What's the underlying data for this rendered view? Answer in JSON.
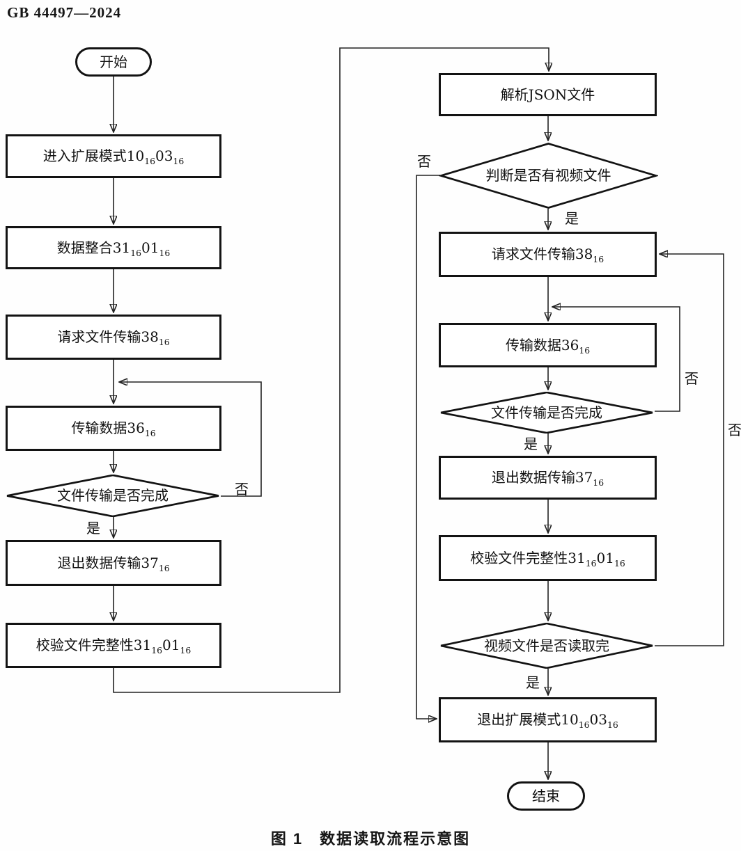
{
  "document": {
    "standard_number": "GB 44497—2024",
    "figure_caption": "图 1　数据读取流程示意图"
  },
  "colors": {
    "line": "#222222",
    "shape_border": "#131313",
    "background": "#fefefe"
  },
  "flowchart": {
    "start": {
      "label": "开始"
    },
    "end": {
      "label": "结束"
    },
    "left_column": {
      "enter_extended_mode": {
        "label": "进入扩展模式10_{16}03_{16}"
      },
      "data_integration": {
        "label": "数据整合31_{16}01_{16}"
      },
      "request_file_transfer": {
        "label": "请求文件传输38_{16}"
      },
      "transfer_data": {
        "label": "传输数据36_{16}"
      },
      "file_transfer_complete": {
        "label": "文件传输是否完成",
        "yes": "是",
        "no": "否"
      },
      "exit_data_transfer": {
        "label": "退出数据传输37_{16}"
      },
      "verify_file_integrity": {
        "label": "校验文件完整性31_{16}01_{16}"
      }
    },
    "right_column": {
      "parse_json": {
        "label": "解析JSON文件"
      },
      "has_video_files": {
        "label": "判断是否有视频文件",
        "yes": "是",
        "no": "否"
      },
      "request_file_transfer": {
        "label": "请求文件传输38_{16}"
      },
      "transfer_data": {
        "label": "传输数据36_{16}"
      },
      "file_transfer_complete": {
        "label": "文件传输是否完成",
        "yes": "是",
        "no": "否"
      },
      "exit_data_transfer": {
        "label": "退出数据传输37_{16}"
      },
      "verify_file_integrity": {
        "label": "校验文件完整性31_{16}01_{16}"
      },
      "video_files_read_complete": {
        "label": "视频文件是否读取完",
        "yes": "是",
        "no": "否"
      },
      "exit_extended_mode": {
        "label": "退出扩展模式10_{16}03_{16}"
      }
    }
  }
}
